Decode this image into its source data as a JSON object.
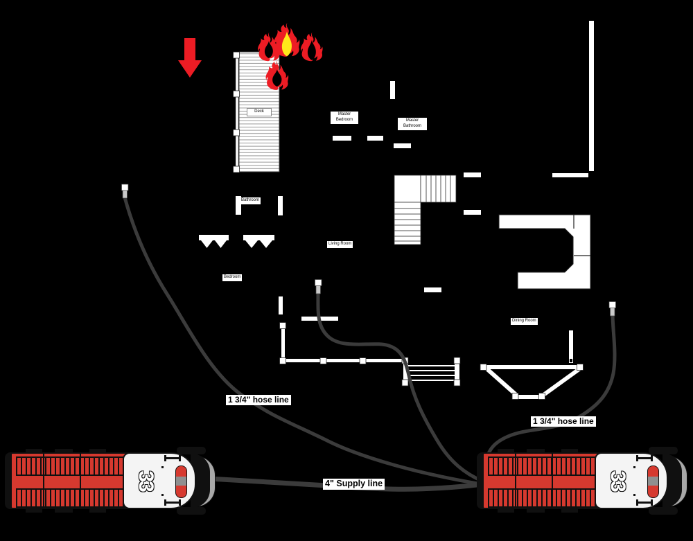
{
  "scene": {
    "title": "Fire attack pre-plan diagram",
    "background": "#000000"
  },
  "colors": {
    "fire_red": "#ed1c24",
    "flame_yellow": "#ffe81a",
    "truck_red": "#d6392f",
    "hose_gray": "#3b3b3b",
    "wall_white": "#ffffff"
  },
  "floor_plan": {
    "rooms": [
      {
        "id": "deck",
        "label": "Deck"
      },
      {
        "id": "master-bedroom",
        "label": "Master Bedroom"
      },
      {
        "id": "master-bathroom",
        "label": "Master Bathroom"
      },
      {
        "id": "bathroom",
        "label": "Bathroom"
      },
      {
        "id": "living-room",
        "label": "Living Room"
      },
      {
        "id": "bedroom",
        "label": "Bedroom"
      },
      {
        "id": "dining-room",
        "label": "Dining Room"
      }
    ]
  },
  "annotations": {
    "attack_line_left": "1 3/4\" hose line",
    "attack_line_right": "1 3/4\" hose line",
    "supply_line": "4\" Supply line"
  },
  "apparatus": {
    "engine_left": {
      "unit": "33"
    },
    "engine_right": {
      "unit": "33"
    }
  },
  "icons": [
    "flame-icon",
    "arrow-down-icon",
    "nozzle-icon",
    "fire-engine-icon"
  ]
}
